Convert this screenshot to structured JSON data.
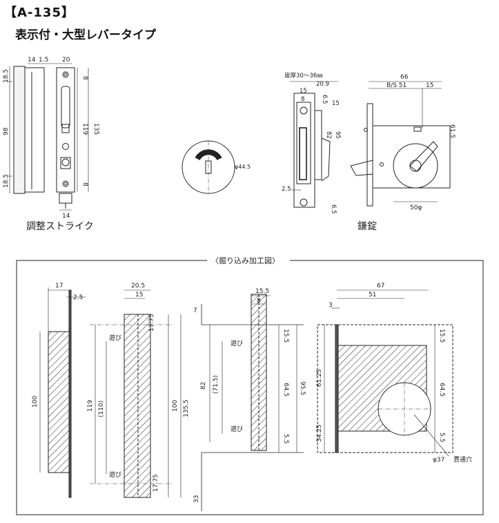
{
  "header": {
    "model_code": "【A-135】",
    "product_name": "表示付・大型レバータイプ"
  },
  "top": {
    "strike": {
      "caption": "調整ストライク",
      "dims": {
        "d14": "14",
        "d1_5": "1.5",
        "d20": "20",
        "d18_5_top": "18.5",
        "d98": "98",
        "d18_5_bot": "18.5",
        "d8_top": "8",
        "d119": "119",
        "d135": "135",
        "d8_bot": "8",
        "d14_bottom": "14"
      }
    },
    "indicator": {
      "diameter": "φ44.5"
    },
    "lock": {
      "caption": "鎌錠",
      "dims": {
        "door_thickness": "扉厚30～36㎜",
        "d20_9": "20.9",
        "d15_a": "15",
        "d8": "8",
        "d6_5_top": "6.5",
        "d15_b": "15",
        "d82": "82",
        "d95": "95",
        "d2_5": "2.5",
        "d6_5_bot": "6.5",
        "d66": "66",
        "bs": "B/S 51",
        "d15_c": "15",
        "d61_5": "61.5",
        "d50": "50φ"
      }
    }
  },
  "section": {
    "title": "〈掘り込み加工図〉",
    "d1": {
      "d17": "17",
      "d2_5": "2.5",
      "d100": "100"
    },
    "d2": {
      "d20_5": "20.5",
      "d15": "15",
      "d119": "119",
      "d110": "(110)",
      "d17_75_top": "17.75",
      "d100": "100",
      "d135_5": "135.5",
      "d17_75_bot": "17.75",
      "asobi": "遊び"
    },
    "d3": {
      "d7": "7",
      "d82": "82",
      "d71_5": "(71.5)",
      "d33": "33"
    },
    "d4": {
      "d15_5_w": "15.5",
      "d8": "8",
      "d15_5_top": "15.5",
      "d64_5": "64.5",
      "d95_5": "95.5",
      "d5_5": "5.5",
      "asobi": "遊び"
    },
    "d5": {
      "d67": "67",
      "d51": "51",
      "d3": "3",
      "d15_5": "15.5",
      "d61_25": "61.25",
      "d64_5": "64.5",
      "d34_25": "34.25",
      "d5_5": "5.5",
      "hole_note": "φ37",
      "hole_note2": "貫通穴"
    }
  }
}
